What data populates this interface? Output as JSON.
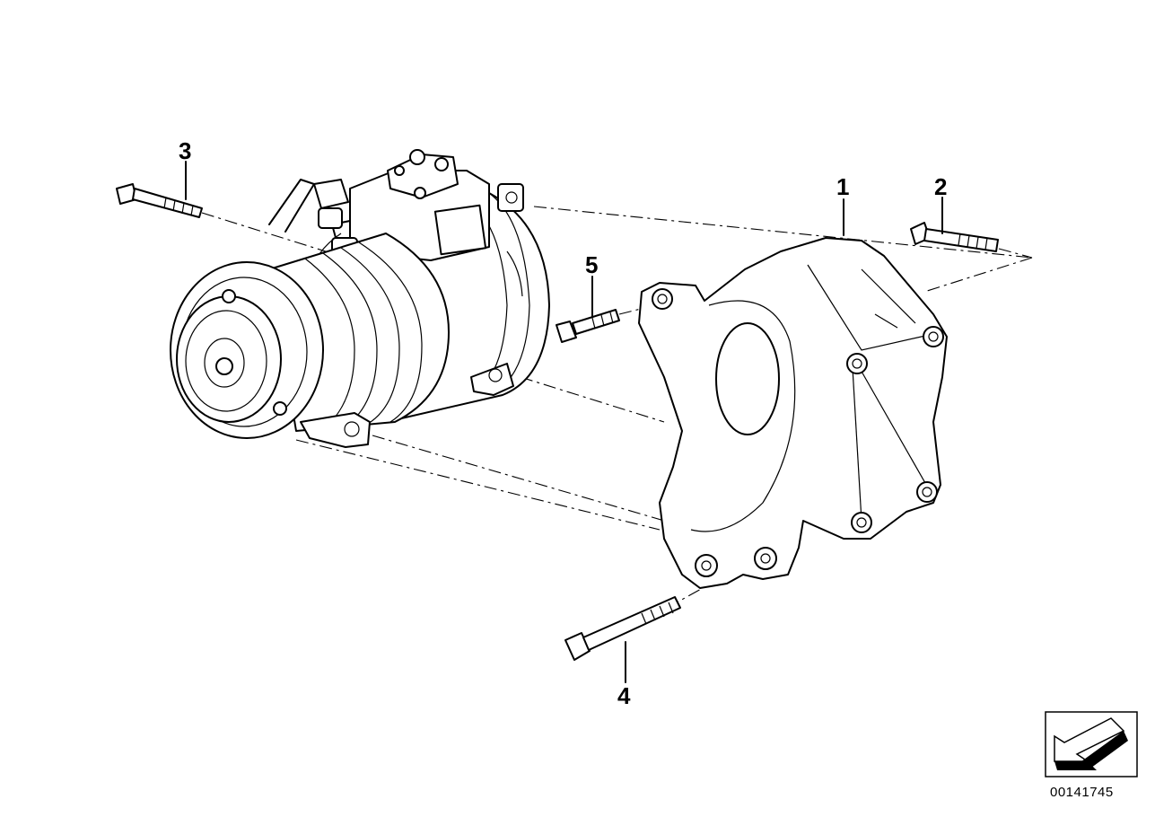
{
  "callouts": {
    "c1": "1",
    "c2": "2",
    "c3": "3",
    "c4": "4",
    "c5": "5"
  },
  "diagram_number": "00141745",
  "icons": {
    "nav": "arrow-left-down-icon"
  },
  "colors": {
    "ink": "#000000",
    "background": "#ffffff"
  }
}
